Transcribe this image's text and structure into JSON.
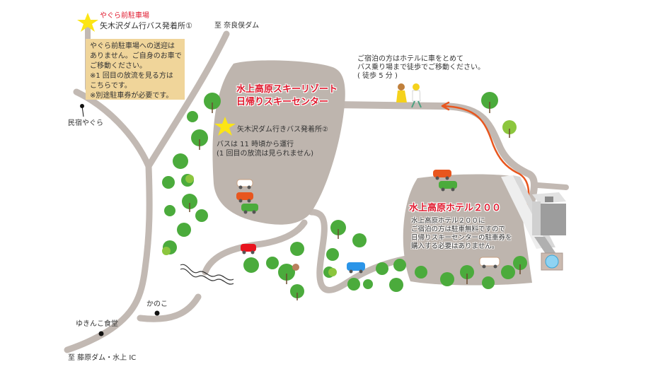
{
  "colors": {
    "road": "#c2b9b3",
    "parking_area": "#beb5ae",
    "note_box": "#f0d59a",
    "title_red": "#e0182d",
    "walk_route": "#e8561e",
    "star": "#fce515",
    "tree_dark": "#4bab3c",
    "tree_light": "#8cc63e"
  },
  "stop1": {
    "title": "やぐら前駐車場",
    "subtitle": "矢木沢ダム行バス発着所①",
    "note_lines": [
      "やぐら前駐車場への送迎は",
      "ありません。ご自身のお車で",
      "ご移動ください。",
      "※1 回目の放流を見る方は",
      "こちらです。",
      "※別途駐車券が必要です。"
    ]
  },
  "directions": {
    "nara_dam": "至 奈良俣ダム",
    "fujiwara_ic": "至 藤原ダム・水上 IC"
  },
  "places": {
    "minshuku_yagura": "民宿やぐら",
    "kanoko": "かのこ",
    "yukinko_shokudo": "ゆきんこ食堂"
  },
  "walk_note": {
    "lines": [
      "ご宿泊の方はホテルに車をとめて",
      "バス乗り場まで徒歩でご移動ください。",
      "( 徒歩 5 分 )"
    ]
  },
  "ski_center": {
    "title_line1": "水上高原スキーリゾート",
    "title_line2": "日帰りスキーセンター",
    "stop2": "矢木沢ダム行きバス発着所②",
    "note_line1": "バスは 11 時頃から運行",
    "note_line2": "(1 回目の放流は見られません)"
  },
  "hotel": {
    "title": "水上高原ホテル２００",
    "note_lines": [
      "水上高原ホテル２００に",
      "ご宿泊の方は駐車無料ですので",
      "日帰りスキーセンターの駐車券を",
      "購入する必要はありません。"
    ]
  }
}
